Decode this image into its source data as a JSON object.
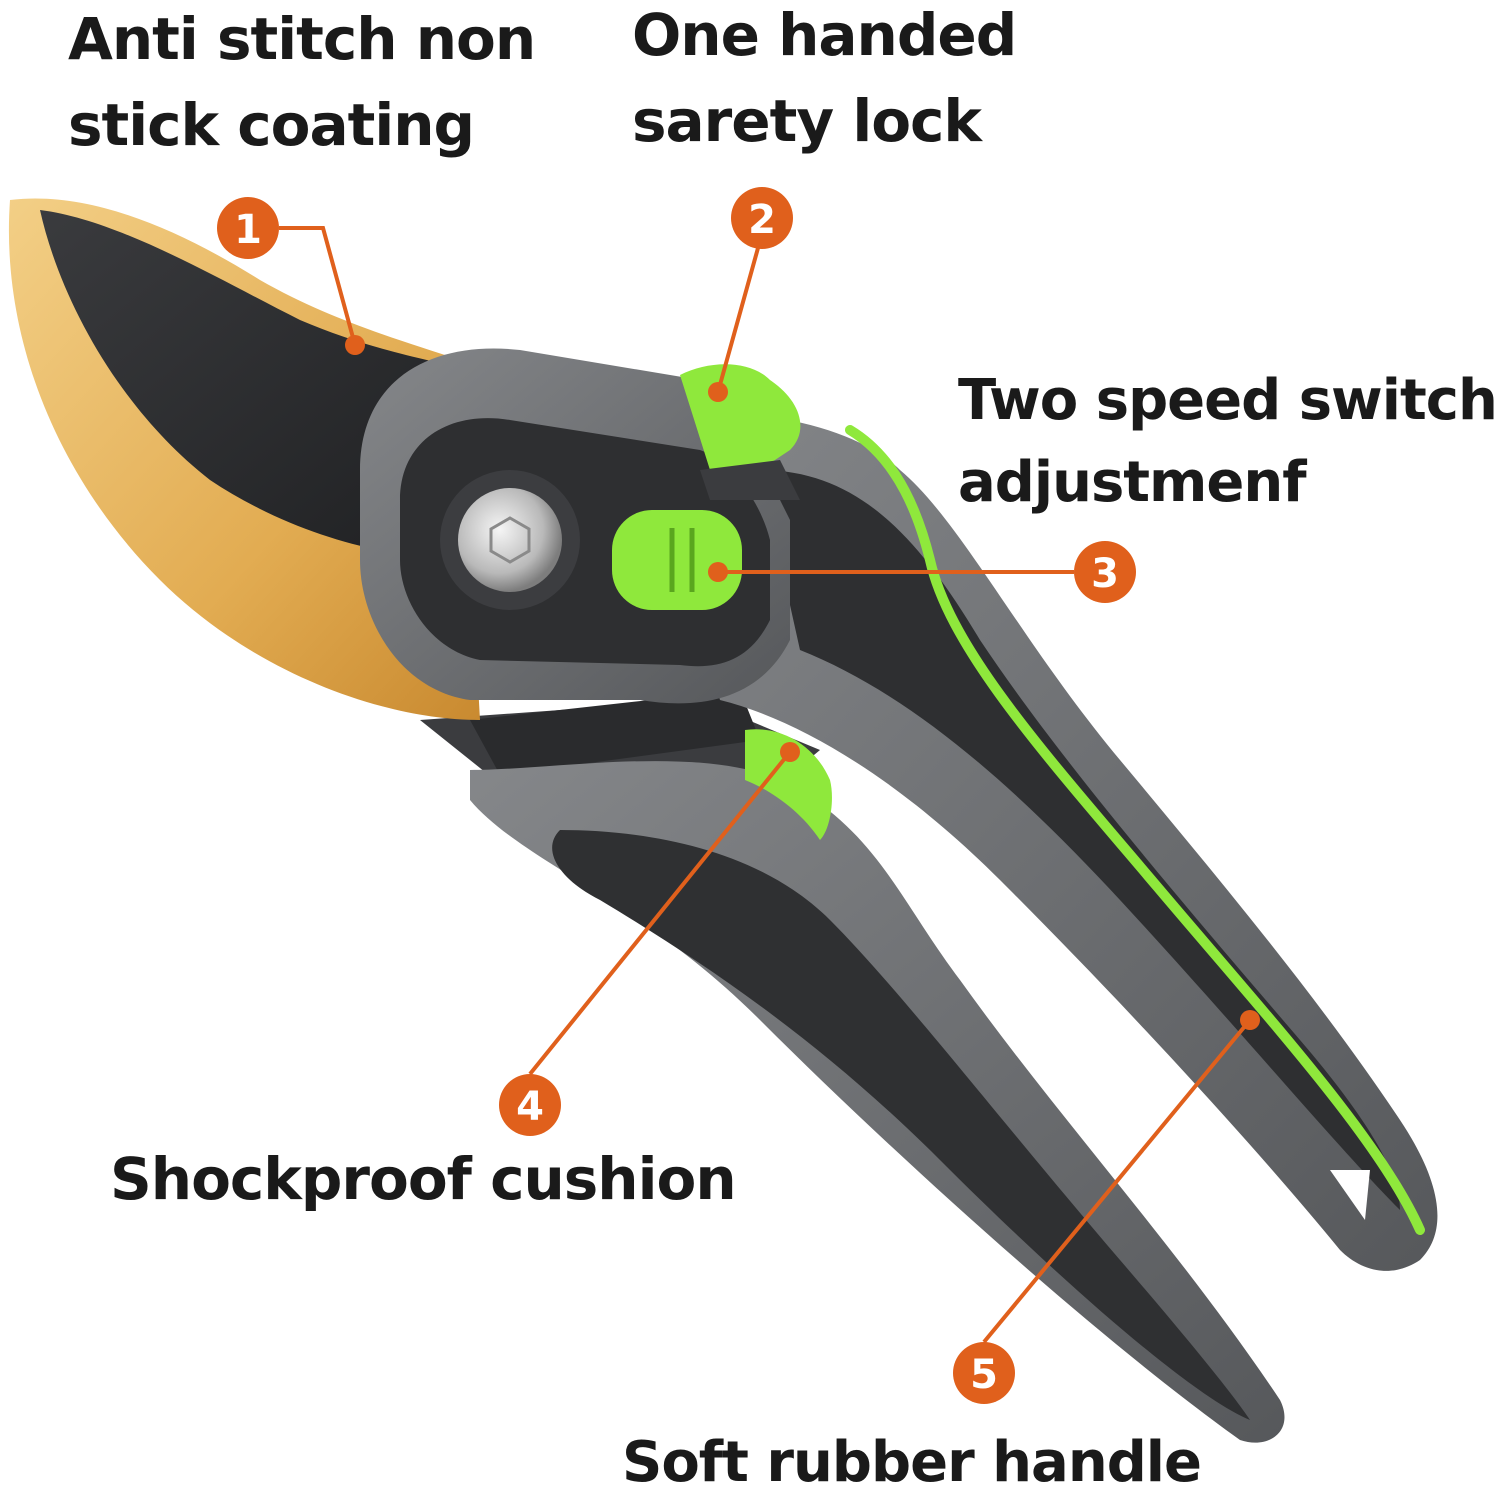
{
  "colors": {
    "accent": "#e0601c",
    "blade_dark": "#2b2c2e",
    "blade_gold": "#e8b45a",
    "handle_gray": "#6d6f72",
    "handle_dark": "#2e2f31",
    "lime": "#8fe83c"
  },
  "callouts": [
    {
      "number": "1",
      "lines": [
        "Anti stitch non",
        "stick coating"
      ]
    },
    {
      "number": "2",
      "lines": [
        "One handed",
        "sarety lock"
      ]
    },
    {
      "number": "3",
      "lines": [
        "Two speed switch",
        "adjustmenf"
      ]
    },
    {
      "number": "4",
      "lines": [
        "Shockproof cushion"
      ]
    },
    {
      "number": "5",
      "lines": [
        "Soft rubber handle"
      ]
    }
  ]
}
